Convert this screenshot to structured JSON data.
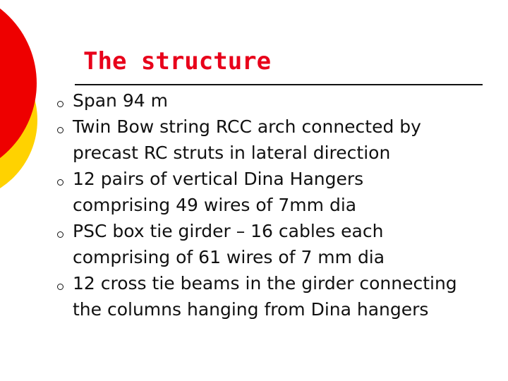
{
  "slide": {
    "title": "The structure",
    "bullets": [
      {
        "lines": [
          "Span 94 m"
        ]
      },
      {
        "lines": [
          "Twin Bow string RCC arch connected by",
          "precast RC struts in lateral direction"
        ]
      },
      {
        "lines": [
          "12 pairs of vertical Dina Hangers",
          "comprising 49 wires of 7mm dia"
        ]
      },
      {
        "lines": [
          "PSC box tie girder – 16 cables each",
          "comprising of 61 wires of 7 mm dia"
        ]
      },
      {
        "lines": [
          "12 cross tie beams in the girder connecting",
          "the columns hanging from Dina hangers"
        ]
      }
    ]
  },
  "colors": {
    "title": "#e8001a",
    "decoration_red": "#ee0000",
    "decoration_yellow": "#ffd200",
    "text": "#111111"
  }
}
